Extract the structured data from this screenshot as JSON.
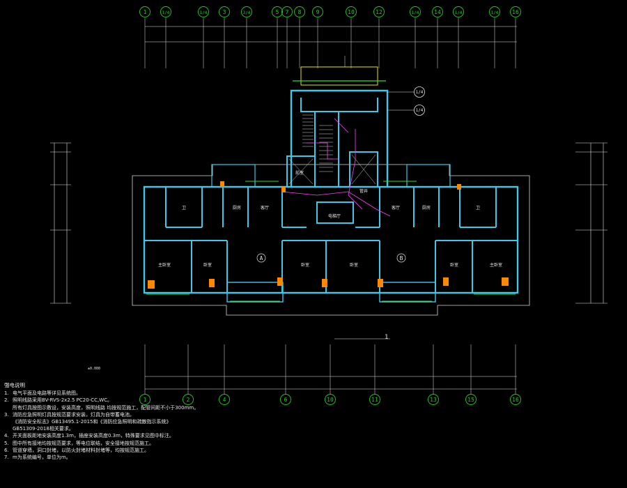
{
  "axes_top": [
    {
      "label": "1",
      "shown": "1"
    },
    {
      "label": "1/4",
      "shown": "1/4"
    },
    {
      "label": "1/4",
      "shown": "1/4"
    },
    {
      "label": "3",
      "shown": "3"
    },
    {
      "label": "3/4",
      "shown": "3/4"
    },
    {
      "label": "5",
      "shown": "5"
    },
    {
      "label": "7",
      "shown": "7"
    },
    {
      "label": "8",
      "shown": "8"
    },
    {
      "label": "9",
      "shown": "9"
    },
    {
      "label": "10",
      "shown": "10"
    },
    {
      "label": "12",
      "shown": "12"
    },
    {
      "label": "1/4",
      "shown": "1/4"
    },
    {
      "label": "14",
      "shown": "14"
    },
    {
      "label": "1/4",
      "shown": "1/4"
    },
    {
      "label": "1/4",
      "shown": "1/4"
    },
    {
      "label": "16",
      "shown": "16"
    }
  ],
  "axes_bottom": [
    "1",
    "2",
    "4",
    "6",
    "10",
    "11",
    "13",
    "15",
    "16"
  ],
  "axes_right": [
    "1/4",
    "1/4"
  ],
  "rooms": {
    "unit_a": "A",
    "unit_b": "B",
    "master_bedroom": "主卧室",
    "bedroom": "卧室",
    "living": "客厅",
    "kitchen": "厨房",
    "bath": "卫",
    "elevator_hall": "电梯厅",
    "stair": "前室",
    "shaft": "管井"
  },
  "marks": {
    "section_1": "1",
    "level": "±0.000"
  },
  "notes": {
    "title": "强电说明",
    "items": [
      {
        "num": "1.",
        "text": "电气平面及电路等详见系统图。"
      },
      {
        "num": "2.",
        "text": "照明线路采用BV-RVS-2x2.5 PC20-CC,WC。"
      },
      {
        "num": "",
        "text": "所有灯具按图示敷设，安装高度，照明线路 均按规范施工，配管间距不小于300mm。"
      },
      {
        "num": "3.",
        "text": "消防应急照明灯具按规范要求安装，灯具为自带蓄电池。"
      },
      {
        "num": "",
        "text": "《消防安全标志》GB13495.1-2015和《消防应急照明和疏散指示系统》"
      },
      {
        "num": "",
        "text": "GB51309-2018相关要求。"
      },
      {
        "num": "4.",
        "text": "开关面板距地安装高度1.3m，插座安装高度0.3m，特殊要求见图中标注。"
      },
      {
        "num": "5.",
        "text": "图中所有接地均按规范要求，等电位联结，安全接地按规范施工。"
      },
      {
        "num": "6.",
        "text": "管道穿墙，洞口封堵，以防火封堵材料封堵等，均按规范施工。"
      },
      {
        "num": "7.",
        "text": "m为系统编号，单位为m。"
      }
    ]
  },
  "colors": {
    "background": "#000000",
    "wall": "#3ec8e8",
    "grid_bubble": "#22cc22",
    "dim": "#e6e6e6",
    "wiring": "#ff44ff",
    "fixture": "#ff8800",
    "green_line": "#33dd33",
    "yellow": "#e6e600"
  }
}
